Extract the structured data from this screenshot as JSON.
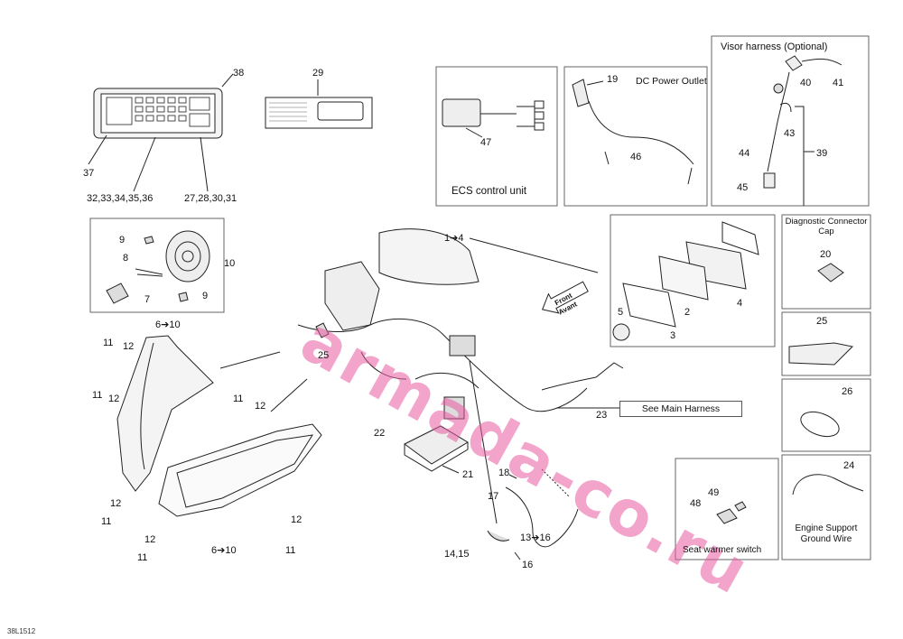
{
  "diagram_code": "38L1512",
  "watermark": "armada-co.ru",
  "boxes": {
    "ecs": {
      "title": "ECS control unit",
      "callout": "47"
    },
    "dc": {
      "title": "DC Power Outlet",
      "callouts": [
        "19",
        "46"
      ]
    },
    "visor": {
      "title": "Visor harness (Optional)",
      "callouts": [
        "40",
        "41",
        "43",
        "44",
        "39",
        "45"
      ]
    },
    "diag": {
      "title": "Diagnostic Connector Cap",
      "callout": "20"
    },
    "tube": {
      "callout": "25"
    },
    "strap": {
      "callout": "26"
    },
    "ground": {
      "title": "Engine Support Ground Wire",
      "callout": "24"
    },
    "seat": {
      "title": "Seat warmer switch",
      "callouts": [
        "48",
        "49"
      ]
    }
  },
  "see_main_harness": "See Main Harness",
  "front_arrow": {
    "line1": "Front",
    "line2": "Avant"
  },
  "callouts": {
    "c38": "38",
    "c29": "29",
    "c37": "37",
    "c32": "32,33,34,35,36",
    "c27": "27,28,30,31",
    "c9a": "9",
    "c8": "8",
    "c10": "10",
    "c7": "7",
    "c9b": "9",
    "c6_10a": "6➔10",
    "c1_4": "1➔4",
    "c2": "2",
    "c3": "3",
    "c4": "4",
    "c5": "5",
    "c11a": "11",
    "c12a": "12",
    "c11b": "11",
    "c12b": "12",
    "c11c": "11",
    "c12c": "12",
    "c25": "25",
    "c23": "23",
    "c22": "22",
    "c21": "21",
    "c18": "18",
    "c17": "17",
    "c13_16": "13➔16",
    "c14_15": "14,15",
    "c16": "16",
    "c12d": "12",
    "c11d": "11",
    "c12e": "12",
    "c11e": "11",
    "c6_10b": "6➔10",
    "c12f": "12",
    "c11f": "11"
  }
}
